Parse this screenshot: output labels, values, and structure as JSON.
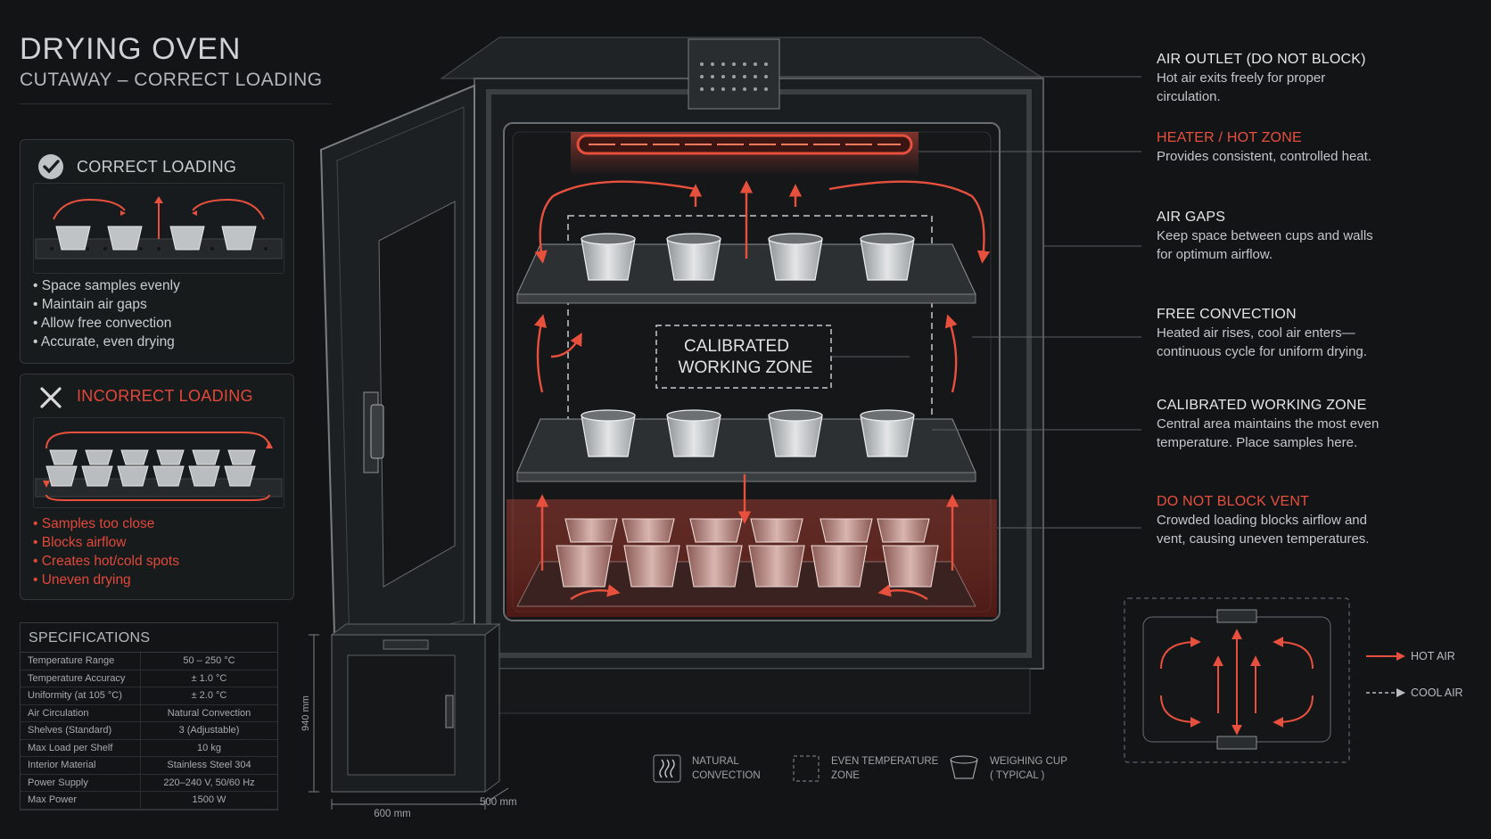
{
  "header": {
    "title": "DRYING OVEN",
    "subtitle": "CUTAWAY – CORRECT LOADING"
  },
  "correct_panel": {
    "title": "CORRECT LOADING",
    "icon": "check-circle-icon",
    "bullets": [
      "Space samples evenly",
      "Maintain air gaps",
      "Allow free convection",
      "Accurate, even drying"
    ]
  },
  "incorrect_panel": {
    "title": "INCORRECT LOADING",
    "icon": "x-icon",
    "bullets": [
      "Samples too close",
      "Blocks airflow",
      "Creates hot/cold spots",
      "Uneven drying"
    ]
  },
  "specifications": {
    "title": "SPECIFICATIONS",
    "rows": [
      {
        "label": "Temperature Range",
        "value": "50 – 250 °C"
      },
      {
        "label": "Temperature Accuracy",
        "value": "± 1.0 °C"
      },
      {
        "label": "Uniformity (at 105 °C)",
        "value": "± 2.0 °C"
      },
      {
        "label": "Air Circulation",
        "value": "Natural Convection"
      },
      {
        "label": "Shelves (Standard)",
        "value": "3 (Adjustable)"
      },
      {
        "label": "Max Load per Shelf",
        "value": "10 kg"
      },
      {
        "label": "Interior Material",
        "value": "Stainless Steel 304"
      },
      {
        "label": "Power Supply",
        "value": "220–240 V, 50/60 Hz"
      },
      {
        "label": "Max Power",
        "value": "1500 W"
      }
    ]
  },
  "diagram": {
    "zone_label_line1": "CALIBRATED",
    "zone_label_line2": "WORKING ZONE",
    "dim_height": "940 mm",
    "dim_width": "600 mm",
    "dim_depth": "500 mm"
  },
  "callouts": [
    {
      "title": "AIR OUTLET (DO NOT BLOCK)",
      "body": "Hot air exits freely for proper circulation.",
      "accent": false
    },
    {
      "title": "HEATER / HOT ZONE",
      "body": "Provides consistent, controlled heat.",
      "accent": true
    },
    {
      "title": "AIR GAPS",
      "body": "Keep space between cups and walls for optimum airflow.",
      "accent": false
    },
    {
      "title": "FREE CONVECTION",
      "body": "Heated air rises, cool air enters—continuous cycle for uniform drying.",
      "accent": false
    },
    {
      "title": "CALIBRATED WORKING ZONE",
      "body": "Central area maintains the most even temperature. Place samples here.",
      "accent": false
    },
    {
      "title": "DO NOT BLOCK VENT",
      "body": "Crowded loading blocks airflow and vent, causing uneven temperatures.",
      "accent": true
    }
  ],
  "legend": {
    "natural_convection_line1": "NATURAL",
    "natural_convection_line2": "CONVECTION",
    "even_temp_line1": "EVEN TEMPERATURE",
    "even_temp_line2": "ZONE",
    "cup_line1": "WEIGHING CUP",
    "cup_line2": "( TYPICAL )",
    "hot_air": "HOT AIR",
    "cool_air": "COOL AIR"
  },
  "colors": {
    "accent_red": "#e8503e",
    "background": "#121416",
    "text": "#d7d9da"
  }
}
